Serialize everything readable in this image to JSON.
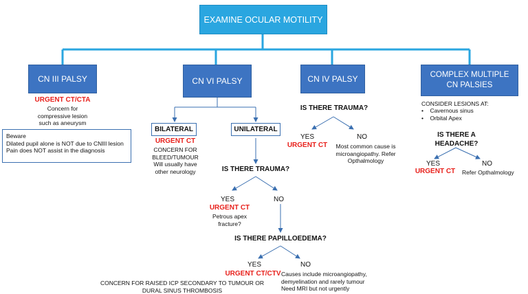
{
  "root": "EXAMINE OCULAR MOTILITY",
  "colors": {
    "root_box": "#2aa6e0",
    "branch_box": "#3d74c2",
    "connector": "#2aa6e0",
    "urgent": "#e8211c"
  },
  "cn3": {
    "title": "CN III PALSY",
    "urgent": "URGENT CT/CTA",
    "concern": [
      "Concern for",
      "compressive lesion",
      "such as aneurysm"
    ],
    "beware": [
      "Beware",
      "Dilated pupil alone is NOT due to CNIII lesion",
      "Pain does NOT assist in the diagnosis"
    ]
  },
  "cn6": {
    "title": "CN VI PALSY",
    "bilateral": {
      "label": "BILATERAL",
      "urgent": "URGENT CT",
      "text": [
        "CONCERN FOR",
        "BLEED/TUMOUR",
        "Will usually have",
        "other neurology"
      ]
    },
    "unilateral": {
      "label": "UNILATERAL",
      "trauma_q": "IS THERE TRAUMA?",
      "yes": "YES",
      "no": "NO",
      "yes_urgent": "URGENT CT",
      "yes_text": [
        "Petrous apex",
        "fracture?"
      ],
      "papill_q": "IS THERE PAPILLOEDEMA?",
      "p_yes": "YES",
      "p_no": "NO",
      "p_yes_urgent": "URGENT CT/CTV",
      "p_yes_text": [
        "CONCERN FOR RAISED ICP SECONDARY TO TUMOUR OR",
        "DURAL SINUS THROMBOSIS"
      ],
      "p_no_text": [
        "Causes include microangiopathy,",
        "demyelination and rarely tumour",
        "Need MRI but not urgently"
      ]
    }
  },
  "cn4": {
    "title": "CN IV PALSY",
    "question": "IS THERE TRAUMA?",
    "yes": "YES",
    "no": "NO",
    "yes_urgent": "URGENT CT",
    "no_text": [
      "Most common cause is",
      "microangiopathy. Refer",
      "Opthalmology"
    ]
  },
  "complex": {
    "title": [
      "COMPLEX MULTIPLE",
      "CN PALSIES"
    ],
    "consider": "CONSIDER LESIONS AT:",
    "lesions": [
      "Cavernous sinus",
      "Orbital Apex"
    ],
    "question": [
      "IS THERE A",
      "HEADACHE?"
    ],
    "yes": "YES",
    "no": "NO",
    "yes_urgent": "URGENT CT",
    "no_text": "Refer Opthalmology"
  }
}
